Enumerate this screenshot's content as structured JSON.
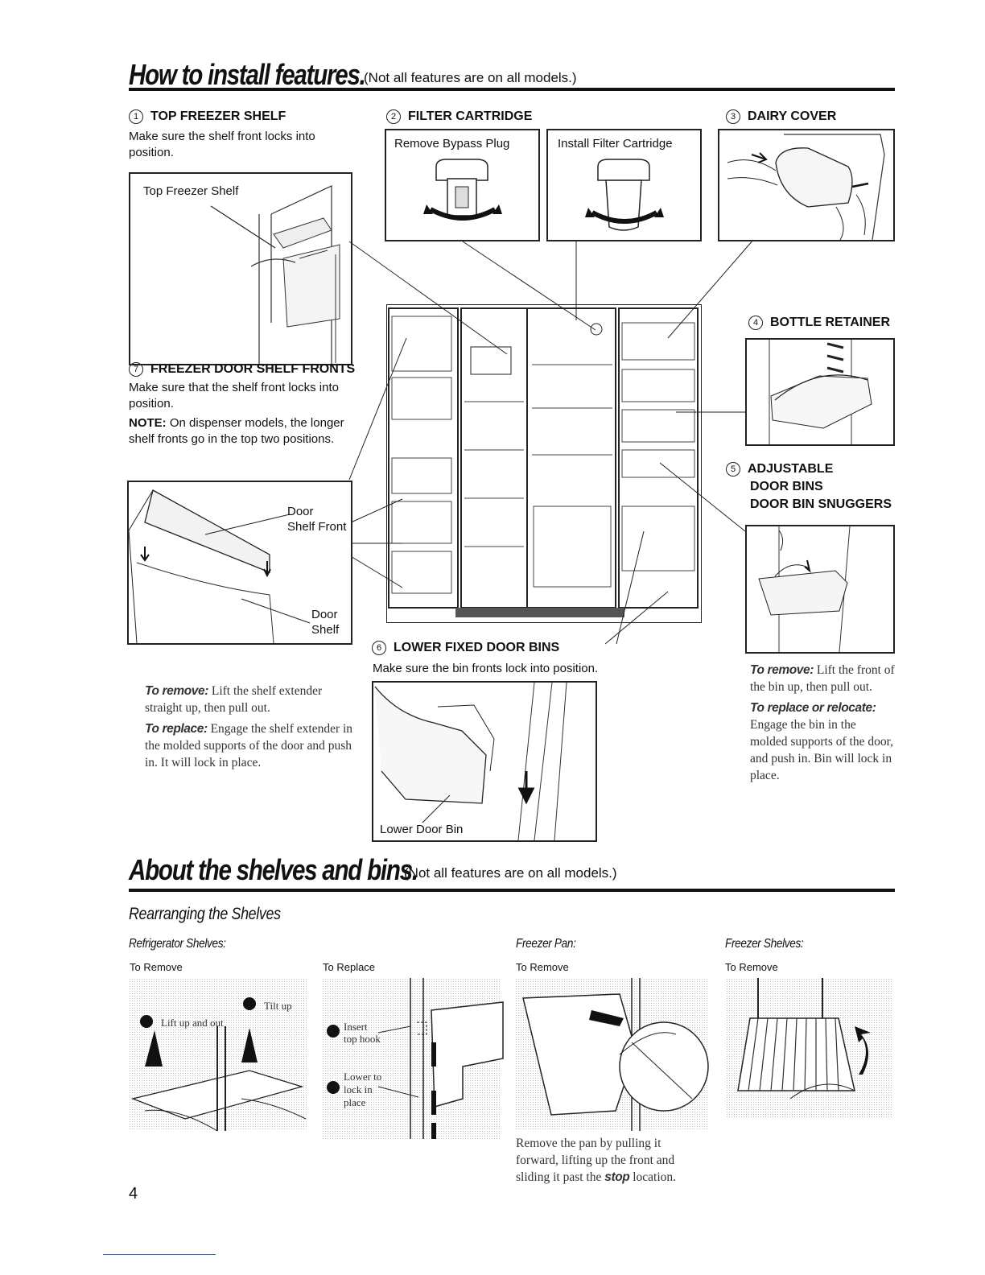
{
  "section1": {
    "title": "How to install features.",
    "subtitle": "(Not all features are on all models.)"
  },
  "top_freezer_shelf": {
    "num": "1",
    "heading": "TOP FREEZER SHELF",
    "text": "Make sure the shelf front locks into position.",
    "callout": "Top Freezer Shelf"
  },
  "filter_cartridge": {
    "num": "2",
    "heading": "FILTER CARTRIDGE",
    "step1": "Remove Bypass Plug",
    "step2": "Install Filter Cartridge"
  },
  "dairy_cover": {
    "num": "3",
    "heading": "DAIRY COVER"
  },
  "bottle_retainer": {
    "num": "4",
    "heading": "BOTTLE RETAINER"
  },
  "adjustable_bins": {
    "num": "5",
    "heading_line1": "ADJUSTABLE",
    "heading_line2": "DOOR BINS",
    "heading_line3": "DOOR BIN SNUGGERS",
    "remove_label": "To remove:",
    "remove_text": "Lift the front of the bin up, then pull out.",
    "replace_label": "To replace or relocate:",
    "replace_text": "Engage the bin in the molded supports of the door, and push in. Bin will lock in place."
  },
  "lower_fixed_bins": {
    "num": "6",
    "heading": "LOWER FIXED DOOR BINS",
    "text": "Make sure the bin fronts lock into position.",
    "callout": "Lower Door Bin"
  },
  "freezer_door_shelf": {
    "num": "7",
    "heading": "FREEZER DOOR SHELF FRONTS",
    "text": "Make sure that the shelf front locks into position.",
    "note_label": "NOTE:",
    "note_text": "On dispenser models, the longer shelf fronts go in the top two positions.",
    "callout1_line1": "Door",
    "callout1_line2": "Shelf Front",
    "callout2_line1": "Door",
    "callout2_line2": "Shelf",
    "remove_label": "To remove:",
    "remove_text": "Lift the shelf extender straight up, then pull out.",
    "replace_label": "To replace:",
    "replace_text": "Engage the shelf extender in the molded supports of the door and push in. It will lock in place."
  },
  "section2": {
    "title": "About the shelves and bins.",
    "subtitle": "(Not all features are on all models.)",
    "subsection": "Rearranging the Shelves"
  },
  "refrigerator_shelves": {
    "heading": "Refrigerator Shelves:",
    "remove": "To Remove",
    "replace": "To Replace",
    "step1": "Lift up and out",
    "step2": "Tilt up",
    "insert_line1": "Insert",
    "insert_line2": "top hook",
    "lower_line1": "Lower to",
    "lower_line2": "lock in",
    "lower_line3": "place"
  },
  "freezer_pan": {
    "heading": "Freezer Pan:",
    "remove": "To Remove",
    "text_a": "Remove the pan by pulling it forward, lifting up the front and sliding it past the",
    "text_stop": "stop",
    "text_b": "location."
  },
  "freezer_shelves": {
    "heading": "Freezer Shelves:",
    "remove": "To Remove"
  },
  "page_number": "4"
}
